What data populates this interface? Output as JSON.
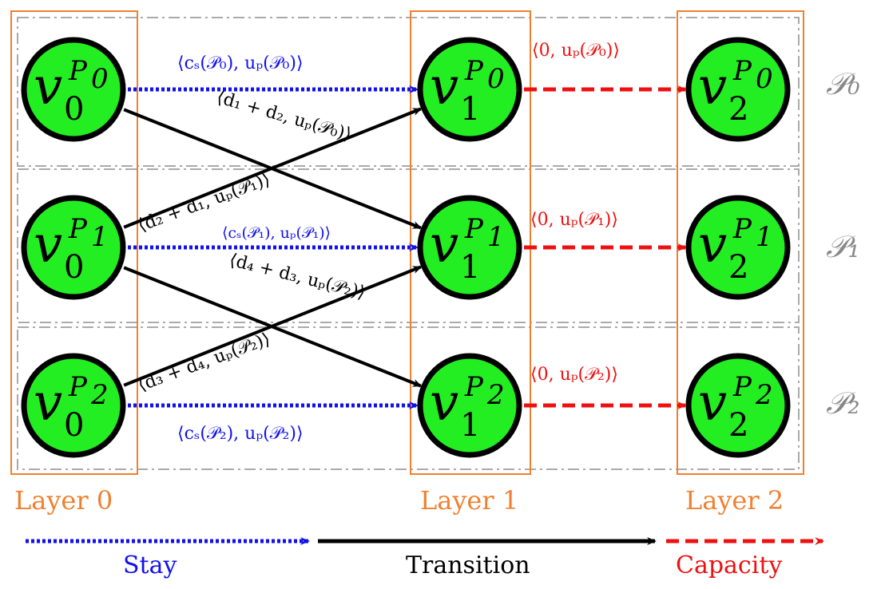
{
  "colors": {
    "stay": "#1010ee",
    "transition": "#000000",
    "capacity": "#ee1010",
    "node_fill": "#22ee22",
    "layer_box": "#f08030",
    "partition_box": "#aaaaaa",
    "partition_label": "#888888"
  },
  "nodes": [
    {
      "id": "v0_P0",
      "main": "v",
      "sub": "0",
      "sup_letter": "P",
      "sup_index": "0"
    },
    {
      "id": "v0_P1",
      "main": "v",
      "sub": "0",
      "sup_letter": "P",
      "sup_index": "1"
    },
    {
      "id": "v0_P2",
      "main": "v",
      "sub": "0",
      "sup_letter": "P",
      "sup_index": "2"
    },
    {
      "id": "v1_P0",
      "main": "v",
      "sub": "1",
      "sup_letter": "P",
      "sup_index": "0"
    },
    {
      "id": "v1_P1",
      "main": "v",
      "sub": "1",
      "sup_letter": "P",
      "sup_index": "1"
    },
    {
      "id": "v1_P2",
      "main": "v",
      "sub": "1",
      "sup_letter": "P",
      "sup_index": "2"
    },
    {
      "id": "v2_P0",
      "main": "v",
      "sub": "2",
      "sup_letter": "P",
      "sup_index": "0"
    },
    {
      "id": "v2_P1",
      "main": "v",
      "sub": "2",
      "sup_letter": "P",
      "sup_index": "1"
    },
    {
      "id": "v2_P2",
      "main": "v",
      "sub": "2",
      "sup_letter": "P",
      "sup_index": "2"
    }
  ],
  "edges": [
    {
      "from": "v0_P0",
      "to": "v1_P0",
      "kind": "stay",
      "label": "⟨cₛ(𝒫₀), uₚ(𝒫₀)⟩"
    },
    {
      "from": "v0_P1",
      "to": "v1_P1",
      "kind": "stay",
      "label": "⟨cₛ(𝒫₁), uₚ(𝒫₁)⟩"
    },
    {
      "from": "v0_P2",
      "to": "v1_P2",
      "kind": "stay",
      "label": "⟨cₛ(𝒫₂), uₚ(𝒫₂)⟩"
    },
    {
      "from": "v0_P0",
      "to": "v1_P1",
      "kind": "transition",
      "label": "⟨d₁ + d₂, uₚ(𝒫₀)⟩"
    },
    {
      "from": "v0_P1",
      "to": "v1_P0",
      "kind": "transition",
      "label": "⟨d₂ + d₁, uₚ(𝒫₁)⟩"
    },
    {
      "from": "v0_P1",
      "to": "v1_P2",
      "kind": "transition",
      "label": "⟨d₄ + d₃, uₚ(𝒫₂)⟩"
    },
    {
      "from": "v0_P2",
      "to": "v1_P1",
      "kind": "transition",
      "label": "⟨d₃ + d₄, uₚ(𝒫₂)⟩"
    },
    {
      "from": "v1_P0",
      "to": "v2_P0",
      "kind": "capacity",
      "label": "⟨0, uₚ(𝒫₀)⟩"
    },
    {
      "from": "v1_P1",
      "to": "v2_P1",
      "kind": "capacity",
      "label": "⟨0, uₚ(𝒫₁)⟩"
    },
    {
      "from": "v1_P2",
      "to": "v2_P2",
      "kind": "capacity",
      "label": "⟨0, uₚ(𝒫₂)⟩"
    }
  ],
  "layers": [
    "Layer 0",
    "Layer 1",
    "Layer 2"
  ],
  "partitions": [
    "𝒫₀",
    "𝒫₁",
    "𝒫₂"
  ],
  "legend": [
    {
      "kind": "stay",
      "label": "Stay"
    },
    {
      "kind": "transition",
      "label": "Transition"
    },
    {
      "kind": "capacity",
      "label": "Capacity"
    }
  ]
}
